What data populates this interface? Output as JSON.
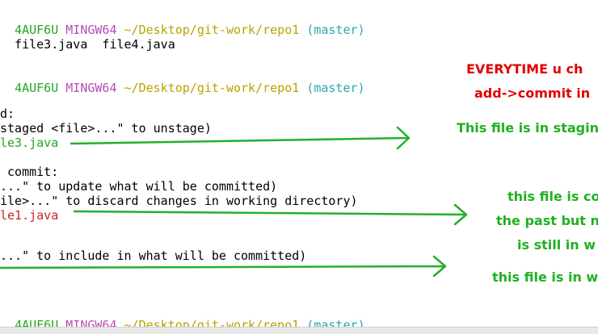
{
  "terminal": {
    "prompt1": {
      "user": "4AUF6U",
      "env": "MINGW64",
      "path": "~/Desktop/git-work/repo1",
      "branch": "(master)"
    },
    "files_line": "  file3.java  file4.java",
    "prompt2": {
      "user": "4AUF6U",
      "env": "MINGW64",
      "path": "~/Desktop/git-work/repo1",
      "branch": "(master)"
    },
    "staged_header": "d:",
    "staged_hint": "staged <file>...\" to unstage)",
    "staged_file": "le3.java",
    "notstaged_header": " commit:",
    "notstaged_hint1": "...\" to update what will be committed)",
    "notstaged_hint2": "ile>...\" to discard changes in working directory)",
    "notstaged_file": "le1.java",
    "untracked_hint": "...\" to include in what will be committed)",
    "prompt3": {
      "user": "4AUF6U",
      "env": "MINGW64",
      "path": "~/Desktop/git-work/repo1",
      "branch": "(master)"
    }
  },
  "annotations": {
    "everytime_line1": "EVERYTIME u ch",
    "everytime_line2": "add->commit in",
    "staging_note": "This file is in stagin",
    "committed_line1": "this file is co",
    "committed_line2": "the past but n",
    "committed_line3": "is still in w",
    "working_note": "this file is in w"
  },
  "colors": {
    "prompt_user": "#22a822",
    "prompt_env": "#b84bb8",
    "prompt_path": "#b8a300",
    "prompt_branch": "#2aa7b0",
    "annotation_red": "#e00000",
    "annotation_green": "#1fb11f",
    "file_staged": "#22a822",
    "file_modified": "#cc2222"
  }
}
